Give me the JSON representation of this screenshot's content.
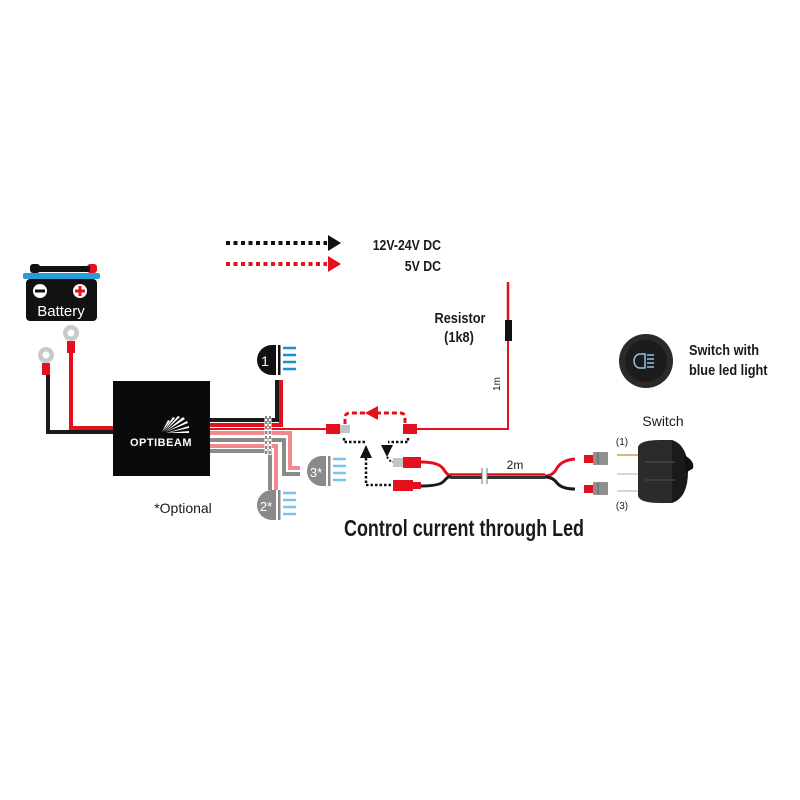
{
  "legend": {
    "items": [
      {
        "label": "12V-24V DC",
        "style": "black-dotted-arrow",
        "color": "#111111"
      },
      {
        "label": "5V DC",
        "style": "red-dotted-arrow",
        "color": "#e3101e"
      }
    ]
  },
  "battery": {
    "label": "Battery",
    "negative_symbol": "−",
    "positive_symbol": "+"
  },
  "controller": {
    "brand": "OPTIBEAM"
  },
  "lamps": [
    {
      "label": "1",
      "optional": false
    },
    {
      "label": "2*",
      "optional": true
    },
    {
      "label": "3*",
      "optional": true
    }
  ],
  "optional_note": "*Optional",
  "resistor": {
    "title": "Resistor",
    "value": "(1k8)",
    "cable_length": "1m"
  },
  "cable": {
    "length": "2m"
  },
  "switch": {
    "title": "Switch",
    "pin_top": "(1)",
    "pin_bottom": "(3)",
    "detail_line1": "Switch with",
    "detail_line2": "blue led light"
  },
  "caption": "Control current through Led",
  "colors": {
    "wire_red": "#e3101e",
    "wire_black": "#1a1a1a",
    "wire_pink": "#f08a8f",
    "wire_gray": "#8a8a8a",
    "led_blue": "#1d8fd6",
    "led_blue_light": "#7cc3ea",
    "battery_blue": "#2b9ad8"
  }
}
